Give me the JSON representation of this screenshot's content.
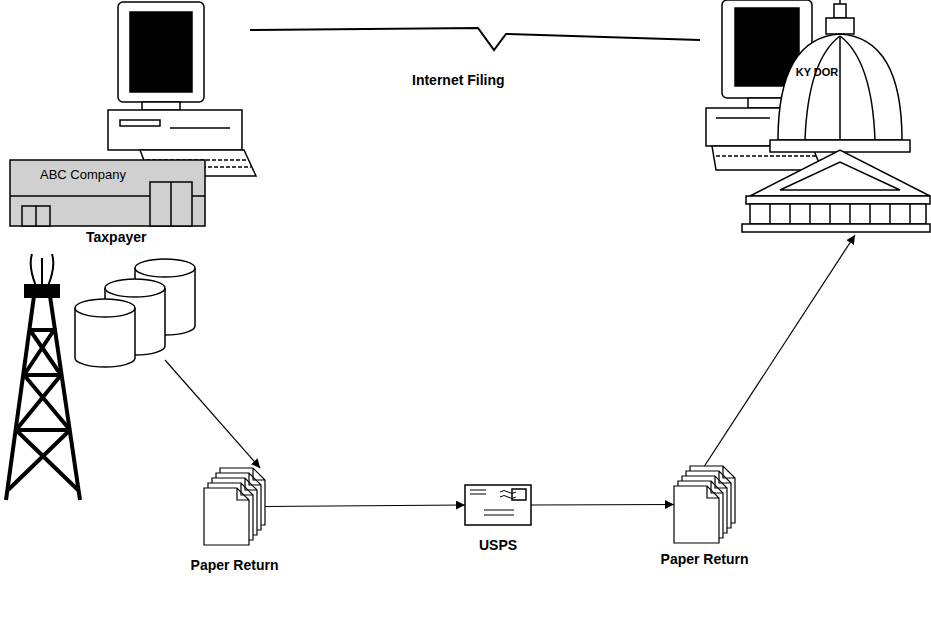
{
  "diagram": {
    "nodes": [
      {
        "text": [
          "ABC Company",
          "Taxpayer"
        ]
      },
      {
        "text": [
          "KY DOR"
        ]
      },
      {
        "text": [
          "Paper Return"
        ]
      },
      {
        "text": [
          "USPS"
        ]
      },
      {
        "text": [
          "Paper Return"
        ]
      }
    ],
    "edges": [
      {
        "from": 0,
        "to": 1,
        "arrow": "none",
        "label": "Internet Filing"
      },
      {
        "from": 0,
        "to": 2,
        "arrow": "to"
      },
      {
        "from": 2,
        "to": 3,
        "arrow": "to"
      },
      {
        "from": 3,
        "to": 4,
        "arrow": "to"
      },
      {
        "from": 4,
        "to": 1,
        "arrow": "to"
      }
    ]
  }
}
